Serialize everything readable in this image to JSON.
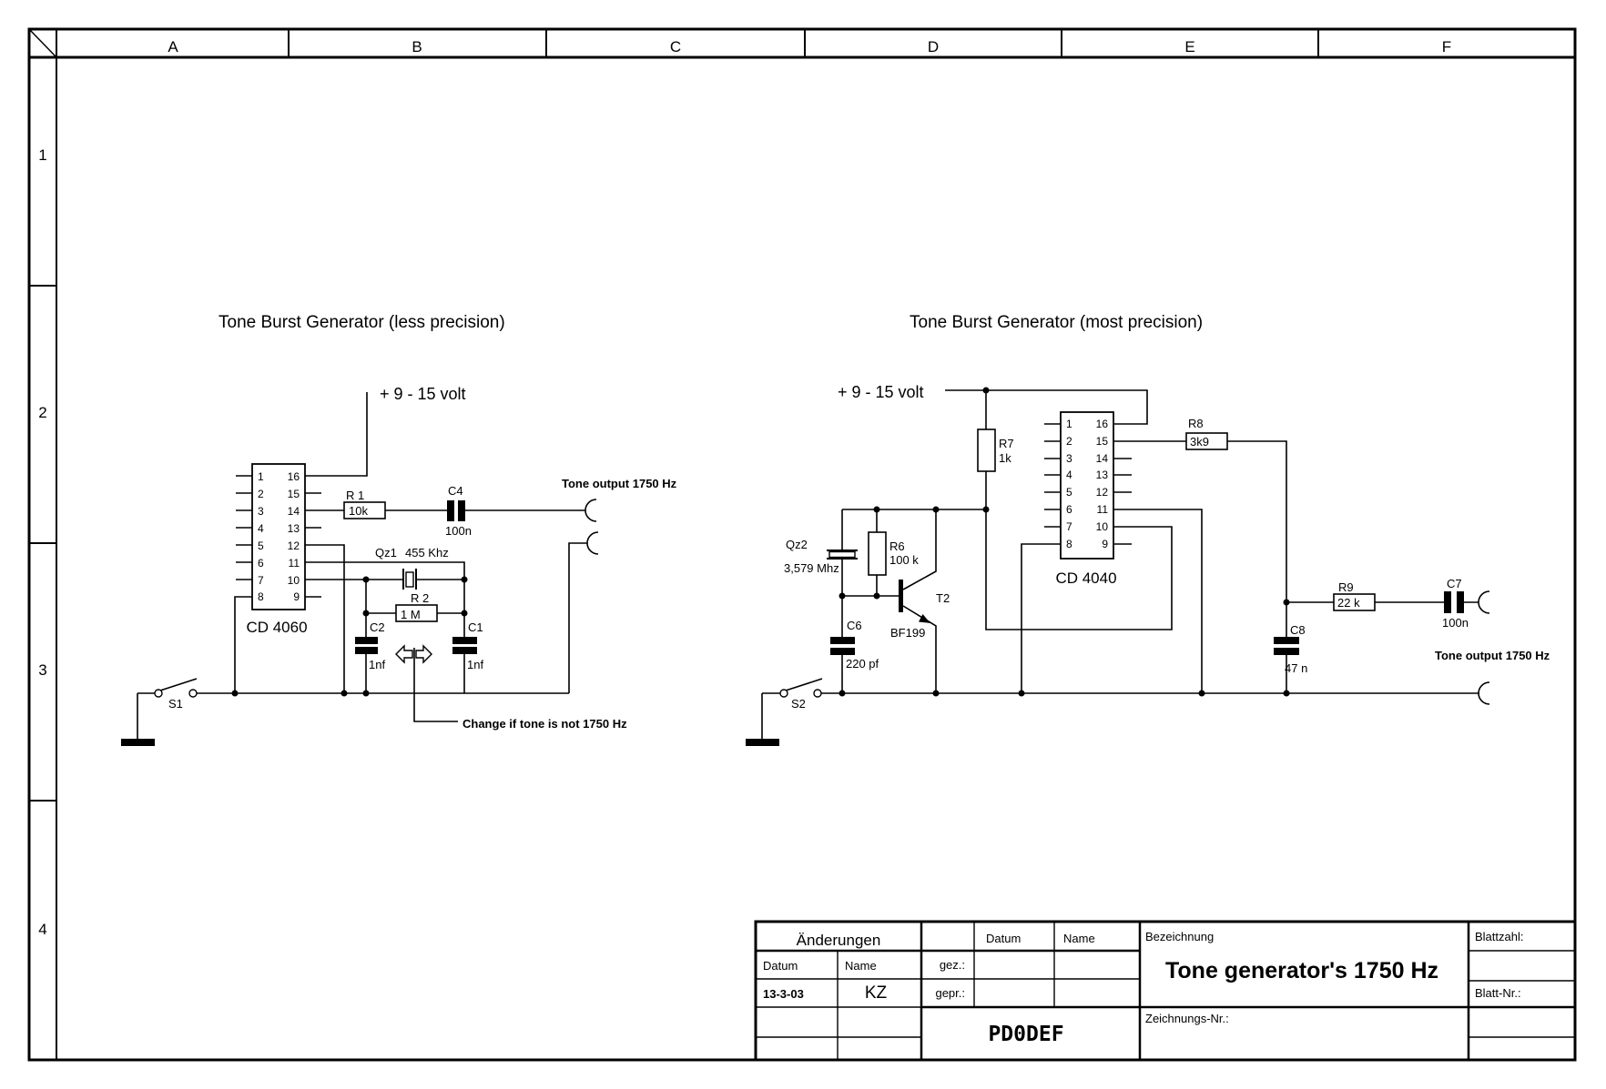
{
  "frame": {
    "columns": [
      "A",
      "B",
      "C",
      "D",
      "E",
      "F"
    ],
    "rows": [
      "1",
      "2",
      "3",
      "4"
    ]
  },
  "ic_pins": {
    "left": [
      "1",
      "2",
      "3",
      "4",
      "5",
      "6",
      "7",
      "8"
    ],
    "right": [
      "16",
      "15",
      "14",
      "13",
      "12",
      "11",
      "10",
      "9"
    ]
  },
  "left": {
    "title": "Tone Burst Generator  (less precision)",
    "power": "+ 9 - 15 volt",
    "ic": "CD 4060",
    "r1": {
      "name": "R 1",
      "value": "10k"
    },
    "c4": {
      "name": "C4",
      "value": "100n"
    },
    "qz1": {
      "name": "Qz1",
      "value": "455 Khz"
    },
    "r2": {
      "name": "R 2",
      "value": "1 M"
    },
    "c2": {
      "name": "C2",
      "value": "1nf"
    },
    "c1": {
      "name": "C1",
      "value": "1nf"
    },
    "switch": "S1",
    "output": "Tone output 1750 Hz",
    "note": "Change if tone is not 1750 Hz"
  },
  "right": {
    "title": "Tone Burst Generator  (most precision)",
    "power": "+ 9 - 15 volt",
    "ic": "CD 4040",
    "r7": {
      "name": "R7",
      "value": "1k"
    },
    "r6": {
      "name": "R6",
      "value": "100 k"
    },
    "r8": {
      "name": "R8",
      "value": "3k9"
    },
    "r9": {
      "name": "R9",
      "value": "22 k"
    },
    "qz2": {
      "name": "Qz2",
      "value": "3,579 Mhz"
    },
    "t2": {
      "name": "T2",
      "value": "BF199"
    },
    "c6": {
      "name": "C6",
      "value": "220 pf"
    },
    "c7": {
      "name": "C7",
      "value": "100n"
    },
    "c8": {
      "name": "C8",
      "value": "47 n"
    },
    "switch": "S2",
    "output": "Tone output 1750 Hz"
  },
  "title_block": {
    "aenderungen": "Änderungen",
    "datum_label": "Datum",
    "name_label": "Name",
    "datum_value": "13-3-03",
    "name_value": "KZ",
    "gez": "gez.:",
    "gepr": "gepr.:",
    "datum_label2": "Datum",
    "name_label2": "Name",
    "company": "PD0DEF",
    "bezeichnung_label": "Bezeichnung",
    "drawing_title": "Tone generator's 1750 Hz",
    "zeichnungs_label": "Zeichnungs-Nr.:",
    "blattzahl_label": "Blattzahl:",
    "blattnr_label": "Blatt-Nr.:"
  }
}
